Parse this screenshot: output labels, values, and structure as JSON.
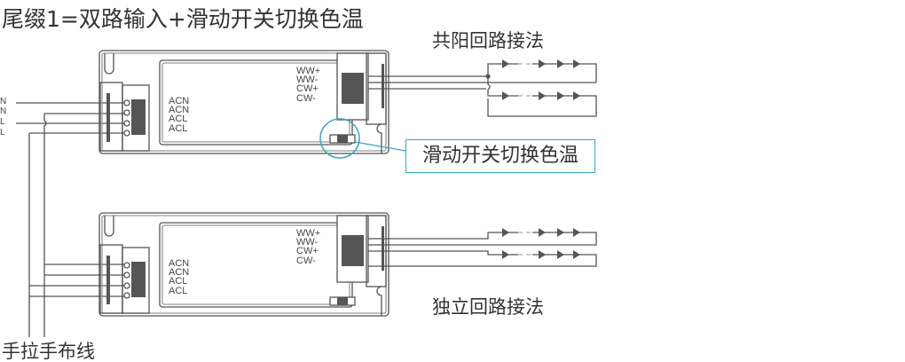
{
  "title": "尾缀1=双路输入+滑动开关切换色温",
  "labels": {
    "common_anode": "共阳回路接法",
    "independent": "独立回路接法",
    "switch": "滑动开关切换色温",
    "daisy_chain": "手拉手布线"
  },
  "input_wires": [
    "N",
    "N",
    "L",
    "L"
  ],
  "drivers": [
    {
      "inputs": [
        "ACN",
        "ACN",
        "ACL",
        "ACL"
      ],
      "outputs": [
        "WW+",
        "WW-",
        "CW+",
        "CW-"
      ]
    },
    {
      "inputs": [
        "ACN",
        "ACN",
        "ACL",
        "ACL"
      ],
      "outputs": [
        "WW+",
        "WW-",
        "CW+",
        "CW-"
      ]
    }
  ],
  "colors": {
    "line": "#555555",
    "accent": "#3aa6c4"
  }
}
